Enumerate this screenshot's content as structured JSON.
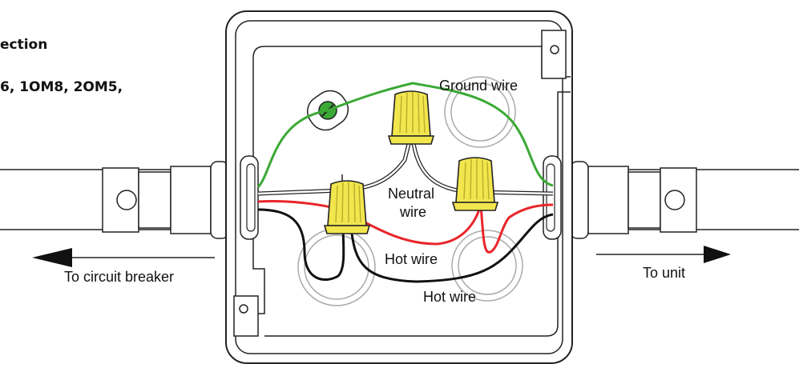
{
  "header": {
    "title_line1": "ection",
    "title_line2": "6, 1OM8, 2OM5,"
  },
  "labels": {
    "ground": "Ground wire",
    "neutral_1": "Neutral",
    "neutral_2": "wire",
    "hot_1": "Hot wire",
    "hot_2": "Hot wire",
    "to_breaker": "To circuit breaker",
    "to_unit": "To unit"
  },
  "colors": {
    "ground_wire": "#3aa935",
    "hot_wire_red": "#e8262b",
    "hot_wire_black": "#111111",
    "neutral_wire": "#ffffff",
    "wire_nut": "#f2e64e",
    "outline": "#222222"
  }
}
